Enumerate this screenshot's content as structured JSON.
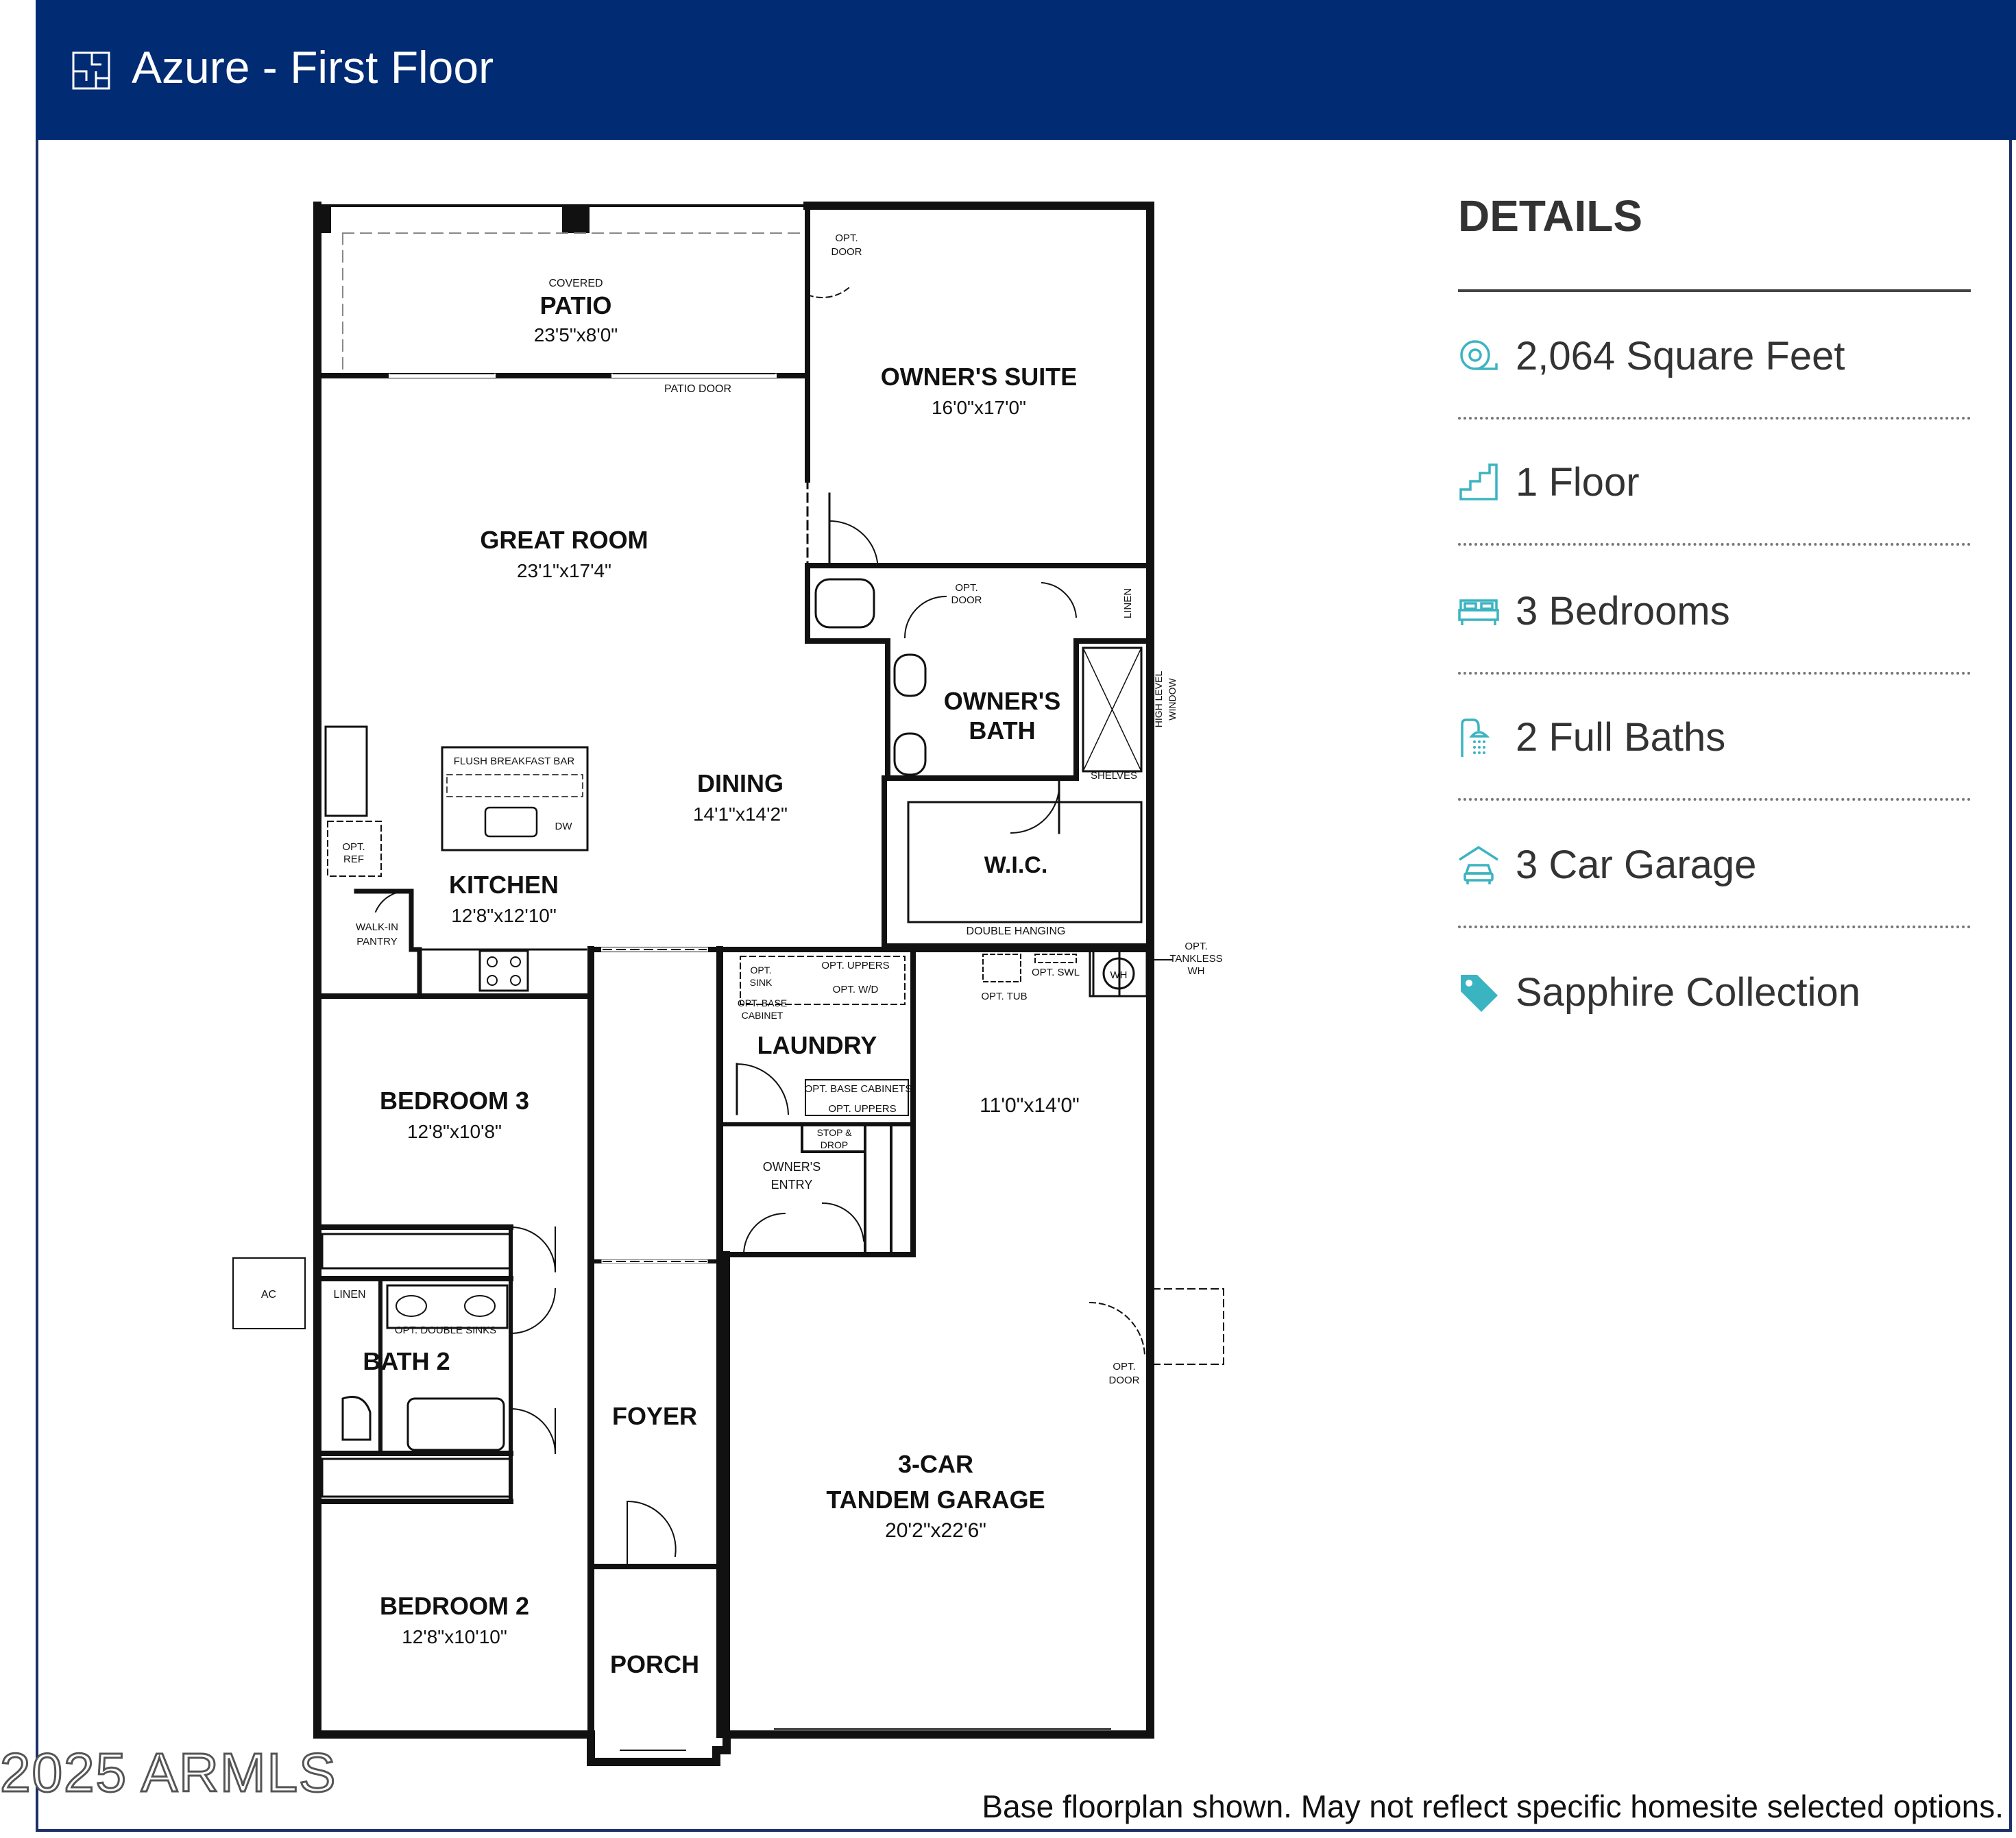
{
  "header": {
    "title": "Azure - First Floor",
    "icon": "floorplan-icon",
    "background": "#012b73"
  },
  "plan": {
    "rooms": {
      "patio_covered": "COVERED",
      "patio": "PATIO",
      "patio_dim": "23'5\"x8'0\"",
      "patio_door": "PATIO DOOR",
      "owners_suite": "OWNER'S SUITE",
      "owners_suite_dim": "16'0\"x17'0\"",
      "great_room": "GREAT ROOM",
      "great_room_dim": "23'1\"x17'4\"",
      "dining": "DINING",
      "dining_dim": "14'1\"x14'2\"",
      "kitchen": "KITCHEN",
      "kitchen_dim": "12'8\"x12'10\"",
      "owners_bath_1": "OWNER'S",
      "owners_bath_2": "BATH",
      "wic": "W.I.C.",
      "laundry": "LAUNDRY",
      "bedroom3": "BEDROOM 3",
      "bedroom3_dim": "12'8\"x10'8\"",
      "bath2": "BATH 2",
      "foyer": "FOYER",
      "porch": "PORCH",
      "bedroom2": "BEDROOM 2",
      "bedroom2_dim": "12'8\"x10'10\"",
      "garage_1": "3-CAR",
      "garage_2": "TANDEM GARAGE",
      "garage_dim": "20'2\"x22'6\"",
      "garage_ext_dim": "11'0\"x14'0\""
    },
    "notes": {
      "opt": "OPT.",
      "door": "DOOR",
      "linen": "LINEN",
      "high_level": "HIGH LEVEL",
      "window": "WINDOW",
      "shelves": "SHELVES",
      "double_hanging": "DOUBLE HANGING",
      "flush_breakfast_bar": "FLUSH BREAKFAST BAR",
      "dw": "DW",
      "ref": "REF",
      "walk_in": "WALK-IN",
      "pantry": "PANTRY",
      "opt_uppers": "OPT. UPPERS",
      "opt_wd": "OPT. W/D",
      "sink": "SINK",
      "opt_base": "OPT. BASE",
      "cabinet": "CABINET",
      "opt_base_cabinets": "OPT. BASE CABINETS",
      "stop_amp": "STOP &",
      "drop": "DROP",
      "owners": "OWNER'S",
      "entry": "ENTRY",
      "opt_tub": "OPT. TUB",
      "opt_swl": "OPT. SWL",
      "wh": "WH",
      "tankless": "TANKLESS",
      "ac": "AC",
      "opt_double_sinks": "OPT. DOUBLE SINKS"
    }
  },
  "details": {
    "title": "DETAILS",
    "accent": "#3bb4c1",
    "items": [
      {
        "icon": "tape-measure-icon",
        "text": "2,064 Square Feet"
      },
      {
        "icon": "stairs-icon",
        "text": "1 Floor"
      },
      {
        "icon": "bed-icon",
        "text": "3 Bedrooms"
      },
      {
        "icon": "shower-icon",
        "text": "2 Full Baths"
      },
      {
        "icon": "garage-car-icon",
        "text": "3 Car Garage"
      },
      {
        "icon": "tag-icon",
        "text": "Sapphire Collection"
      }
    ]
  },
  "watermark": "2025 ARMLS",
  "disclaimer": "Base floorplan shown. May not reflect specific homesite selected options."
}
